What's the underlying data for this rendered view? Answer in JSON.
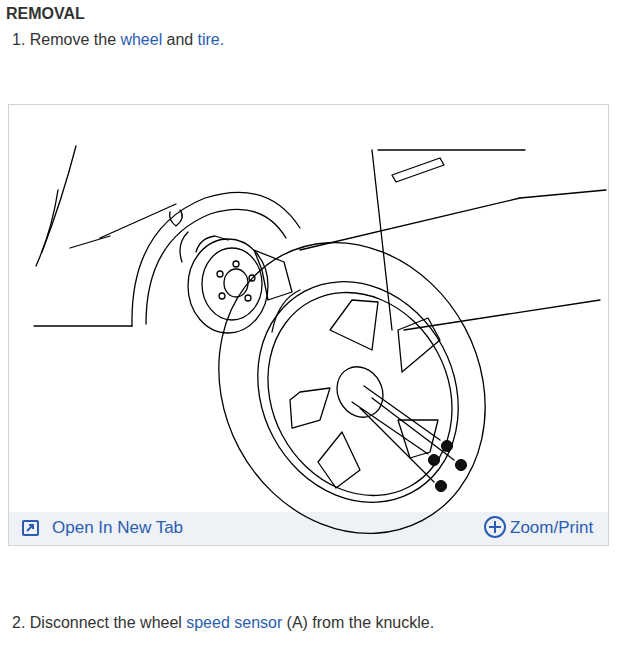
{
  "diagram": {
    "title": "REMOVAL",
    "labels": [
      "1. Remove the",
      "wheel",
      "and",
      "tire.",
      "Open In New Tab",
      "Zoom/Print",
      "2. Disconnect the wheel",
      "speed sensor",
      "(A) from the knuckle."
    ]
  }
}
